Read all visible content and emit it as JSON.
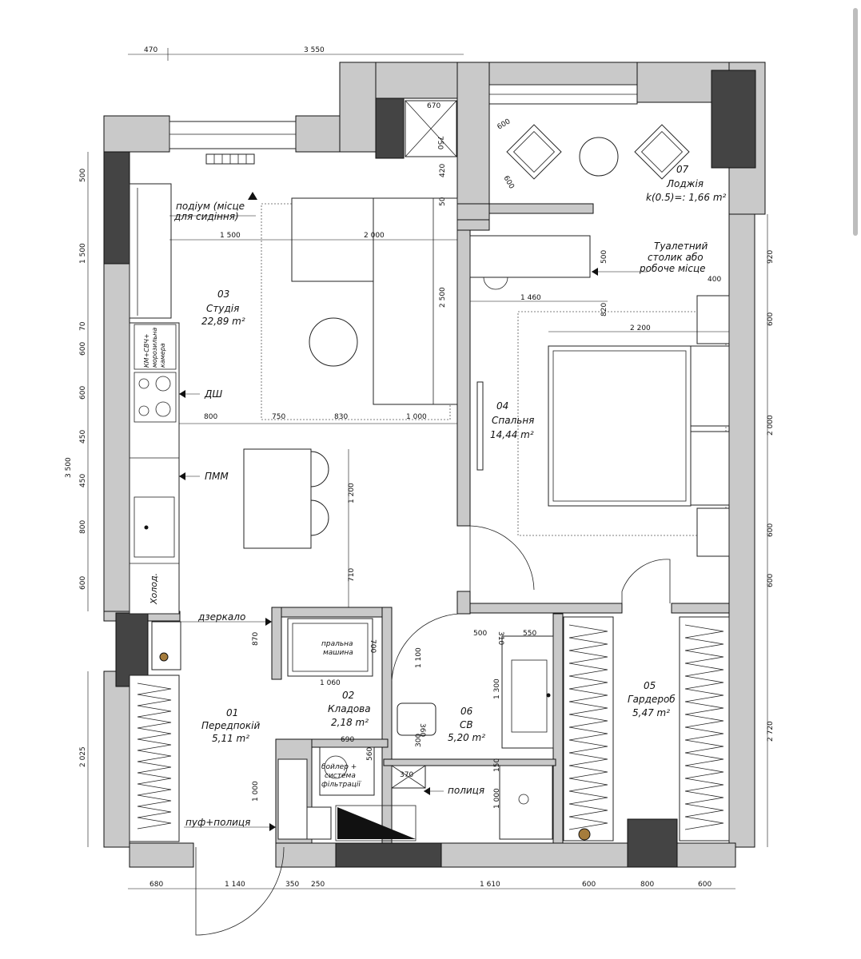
{
  "rooms": {
    "r01": {
      "num": "01",
      "name": "Передпокій",
      "area": "5,11 m²"
    },
    "r02": {
      "num": "02",
      "name": "Кладова",
      "area": "2,18 m²"
    },
    "r03": {
      "num": "03",
      "name": "Студія",
      "area": "22,89 m²"
    },
    "r04": {
      "num": "04",
      "name": "Спальня",
      "area": "14,44 m²"
    },
    "r05": {
      "num": "05",
      "name": "Гардероб",
      "area": "5,47 m²"
    },
    "r06": {
      "num": "06",
      "name": "СВ",
      "area": "5,20 m²"
    },
    "r07": {
      "num": "07",
      "name": "Лоджія",
      "area": "k(0.5)=: 1,66 m²"
    }
  },
  "notes": {
    "podium_1": "подіум (місце",
    "podium_2": "для сидіння)",
    "vanity_1": "Туалетний",
    "vanity_2": "столик або",
    "vanity_3": "робоче місце",
    "dw": "ДШ",
    "pmm": "ПММ",
    "mirror": "дзеркало",
    "shelf": "полиця",
    "pouf": "пуф+полиця",
    "fridge": "Холод.",
    "oven_1": "КМ+СВЧ+",
    "oven_2": "морозильна",
    "oven_3": "камера",
    "washer_1": "пральна",
    "washer_2": "машина",
    "boiler_1": "бойлер +",
    "boiler_2": "система",
    "boiler_3": "фільтрації"
  },
  "dims": {
    "top_470": "470",
    "top_3550": "3 550",
    "d670": "670",
    "d750v": "750",
    "d420": "420",
    "d50": "50",
    "d600a": "600",
    "d600b": "600",
    "left_500": "500",
    "left_1500": "1 500",
    "left_70": "70",
    "left_600a": "600",
    "left_600b": "600",
    "left_450a": "450",
    "left_450b": "450",
    "left_800": "800",
    "left_600c": "600",
    "left_3500": "3 500",
    "left_2025": "2 025",
    "h1500": "1 500",
    "h2000": "2 000",
    "v2500": "2 500",
    "h800": "800",
    "h750": "750",
    "h830": "830",
    "h1000": "1 000",
    "v1200": "1 200",
    "v710": "710",
    "v500": "500",
    "h1460": "1 460",
    "v820": "820",
    "h2200": "2 200",
    "h400": "400",
    "right_920": "920",
    "right_600a": "600",
    "right_2000": "2 000",
    "right_600b": "600",
    "right_600c": "600",
    "right_2720": "2 720",
    "v870": "870",
    "v700": "700",
    "h1060": "1 060",
    "h690": "690",
    "v560": "560",
    "v1000a": "1 000",
    "h500": "500",
    "h310": "310",
    "h550": "550",
    "v1100": "1 100",
    "v1300": "1 300",
    "v360": "360",
    "v300": "300",
    "h370": "370",
    "v150": "150",
    "v1000b": "1 000",
    "bot_680": "680",
    "bot_1140": "1 140",
    "bot_350": "350",
    "bot_250": "250",
    "bot_1610": "1 610",
    "bot_600a": "600",
    "bot_800": "800",
    "bot_600b": "600"
  },
  "colors": {
    "wall": "#c9c9c9",
    "column": "#444444",
    "line": "#111111"
  }
}
